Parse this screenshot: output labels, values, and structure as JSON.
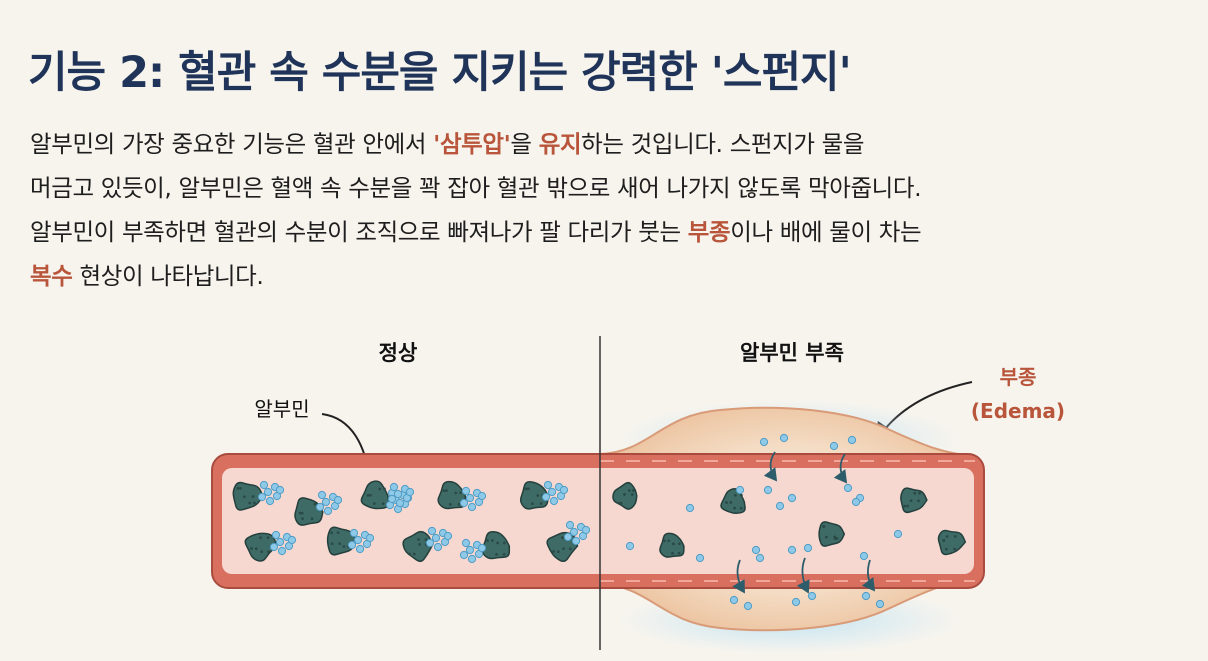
{
  "title": "기능 2: 혈관 속 수분을 지키는 강력한 '스펀지'",
  "paragraph": {
    "l1": [
      {
        "t": "알부민의 가장 중요한 기능은 혈관 안에서 ",
        "h": false
      },
      {
        "t": "'삼투압'",
        "h": true
      },
      {
        "t": "을 ",
        "h": false
      },
      {
        "t": "유지",
        "h": true
      },
      {
        "t": "하는 것입니다.  스펀지가 물을",
        "h": false
      }
    ],
    "l2": [
      {
        "t": "머금고 있듯이, 알부민은 혈액 속 수분을 꽉 잡아 혈관 밖으로 새어 나가지 않도록 막아줍니다.",
        "h": false
      }
    ],
    "l3": [
      {
        "t": "알부민이 부족하면 혈관의 수분이 조직으로 빠져나가 팔 다리가 붓는 ",
        "h": false
      },
      {
        "t": "부종",
        "h": true
      },
      {
        "t": "이나 배에 물이 차는",
        "h": false
      }
    ],
    "l4": [
      {
        "t": "복수",
        "h": true
      },
      {
        "t": " 현상이 나타납니다.",
        "h": false
      }
    ]
  },
  "diagram": {
    "normal_label": "정상",
    "deficient_label": "알부민 부족",
    "albumin_label": "알부민",
    "edema_label": "부종",
    "edema_en_label": "(Edema)"
  },
  "colors": {
    "title": "#1f3458",
    "highlight": "#b8553a",
    "vessel_wall": "#d9705f",
    "vessel_inner": "#f6d8d0",
    "albumin": "#3f6b66",
    "water": "#8ec9e8",
    "tissue": "#f1caa6"
  }
}
